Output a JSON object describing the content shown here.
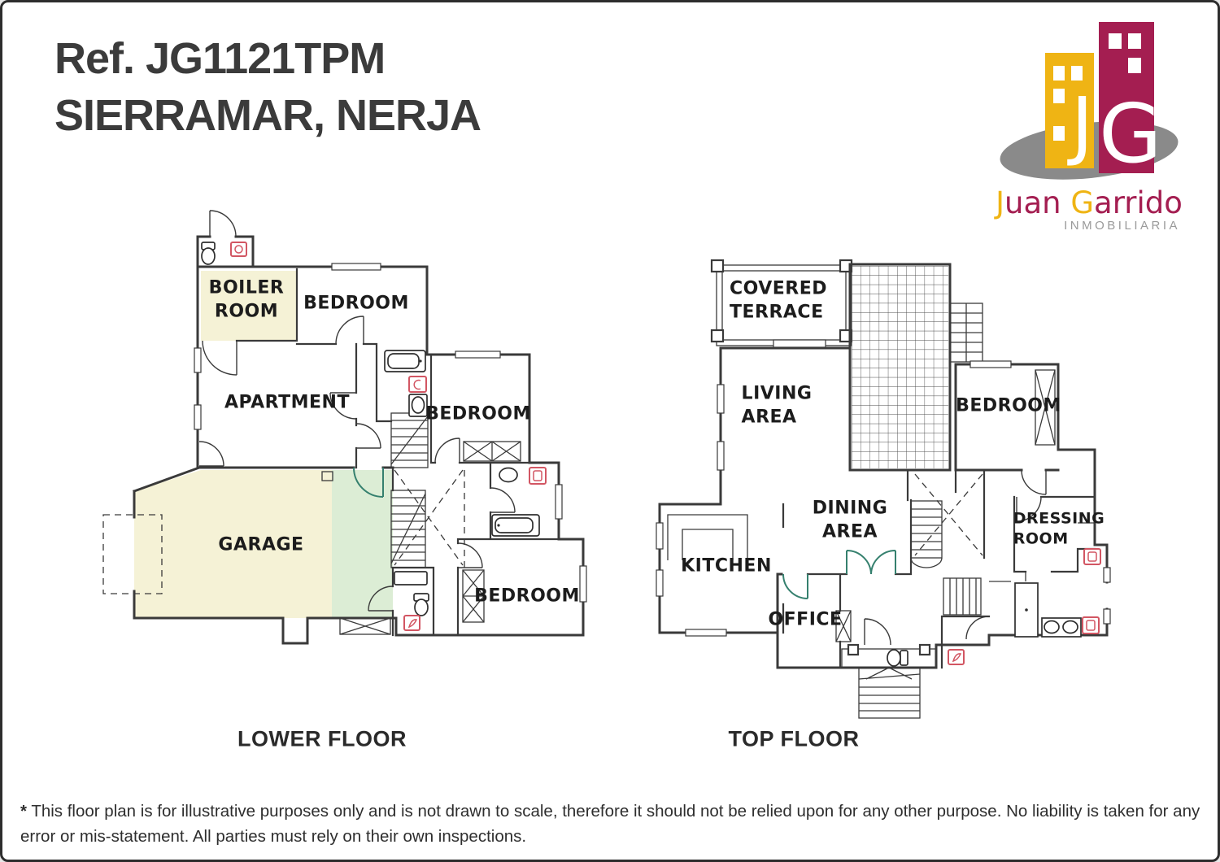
{
  "header": {
    "reference": "Ref. JG1121TPM",
    "location": "SIERRAMAR, NERJA"
  },
  "logo": {
    "monogram_j": "J",
    "monogram_g": "G",
    "name_j": "J",
    "name_uan": "uan ",
    "name_g": "G",
    "name_arrido": "arrido",
    "tagline": "INMOBILIARIA"
  },
  "plans": {
    "lower": {
      "title": "LOWER FLOOR",
      "rooms": [
        {
          "label": "BOILER\nROOM"
        },
        {
          "label": "BEDROOM"
        },
        {
          "label": "APARTMENT"
        },
        {
          "label": "BEDROOM"
        },
        {
          "label": "GARAGE"
        },
        {
          "label": "BEDROOM"
        }
      ]
    },
    "top": {
      "title": "TOP FLOOR",
      "rooms": [
        {
          "label": "COVERED\nTERRACE"
        },
        {
          "label": "LIVING\nAREA"
        },
        {
          "label": "BEDROOM"
        },
        {
          "label": "DINING\nAREA"
        },
        {
          "label": "KITCHEN"
        },
        {
          "label": "DRESSING\nROOM"
        },
        {
          "label": "OFFICE"
        }
      ]
    }
  },
  "disclaimer": {
    "marker": "*",
    "text": "This floor plan is for illustrative purposes only and is not drawn to scale, therefore it should not be relied upon for any other purpose. No liability is taken for any error or mis-statement. All parties must rely on their own inspections."
  },
  "colors": {
    "logo_yellow": "#EFB414",
    "logo_magenta": "#A41E51",
    "logo_gray": "#8A8A8A",
    "plan_cream": "#F5F2D6",
    "plan_green": "#DCEDD5",
    "plan_teal_door": "#35806E",
    "plan_accent_red": "#D25663",
    "wall": "#3A3A3A"
  }
}
